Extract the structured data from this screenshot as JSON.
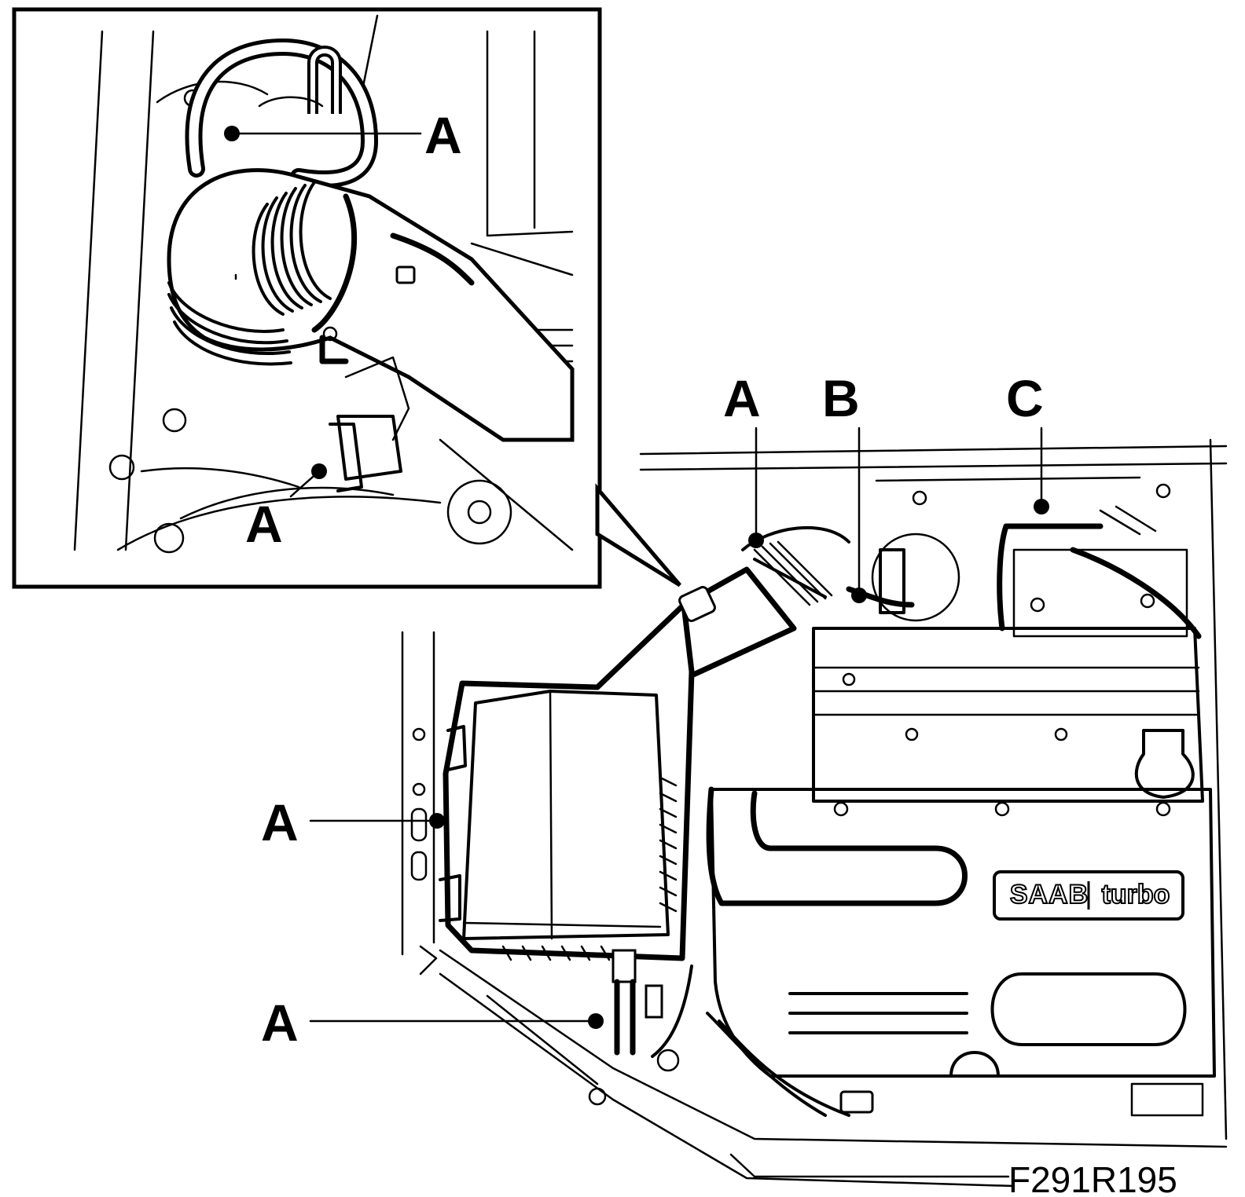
{
  "figure_code": "F291R195",
  "emblem": {
    "brand": "SAAB",
    "model": "turbo"
  },
  "callouts": {
    "inset_upper": "A",
    "inset_lower": "A",
    "main_top_a": "A",
    "main_top_b": "B",
    "main_top_c": "C",
    "main_left_upper": "A",
    "main_left_lower": "A"
  },
  "colors": {
    "ink": "#000000",
    "paper": "#ffffff"
  }
}
